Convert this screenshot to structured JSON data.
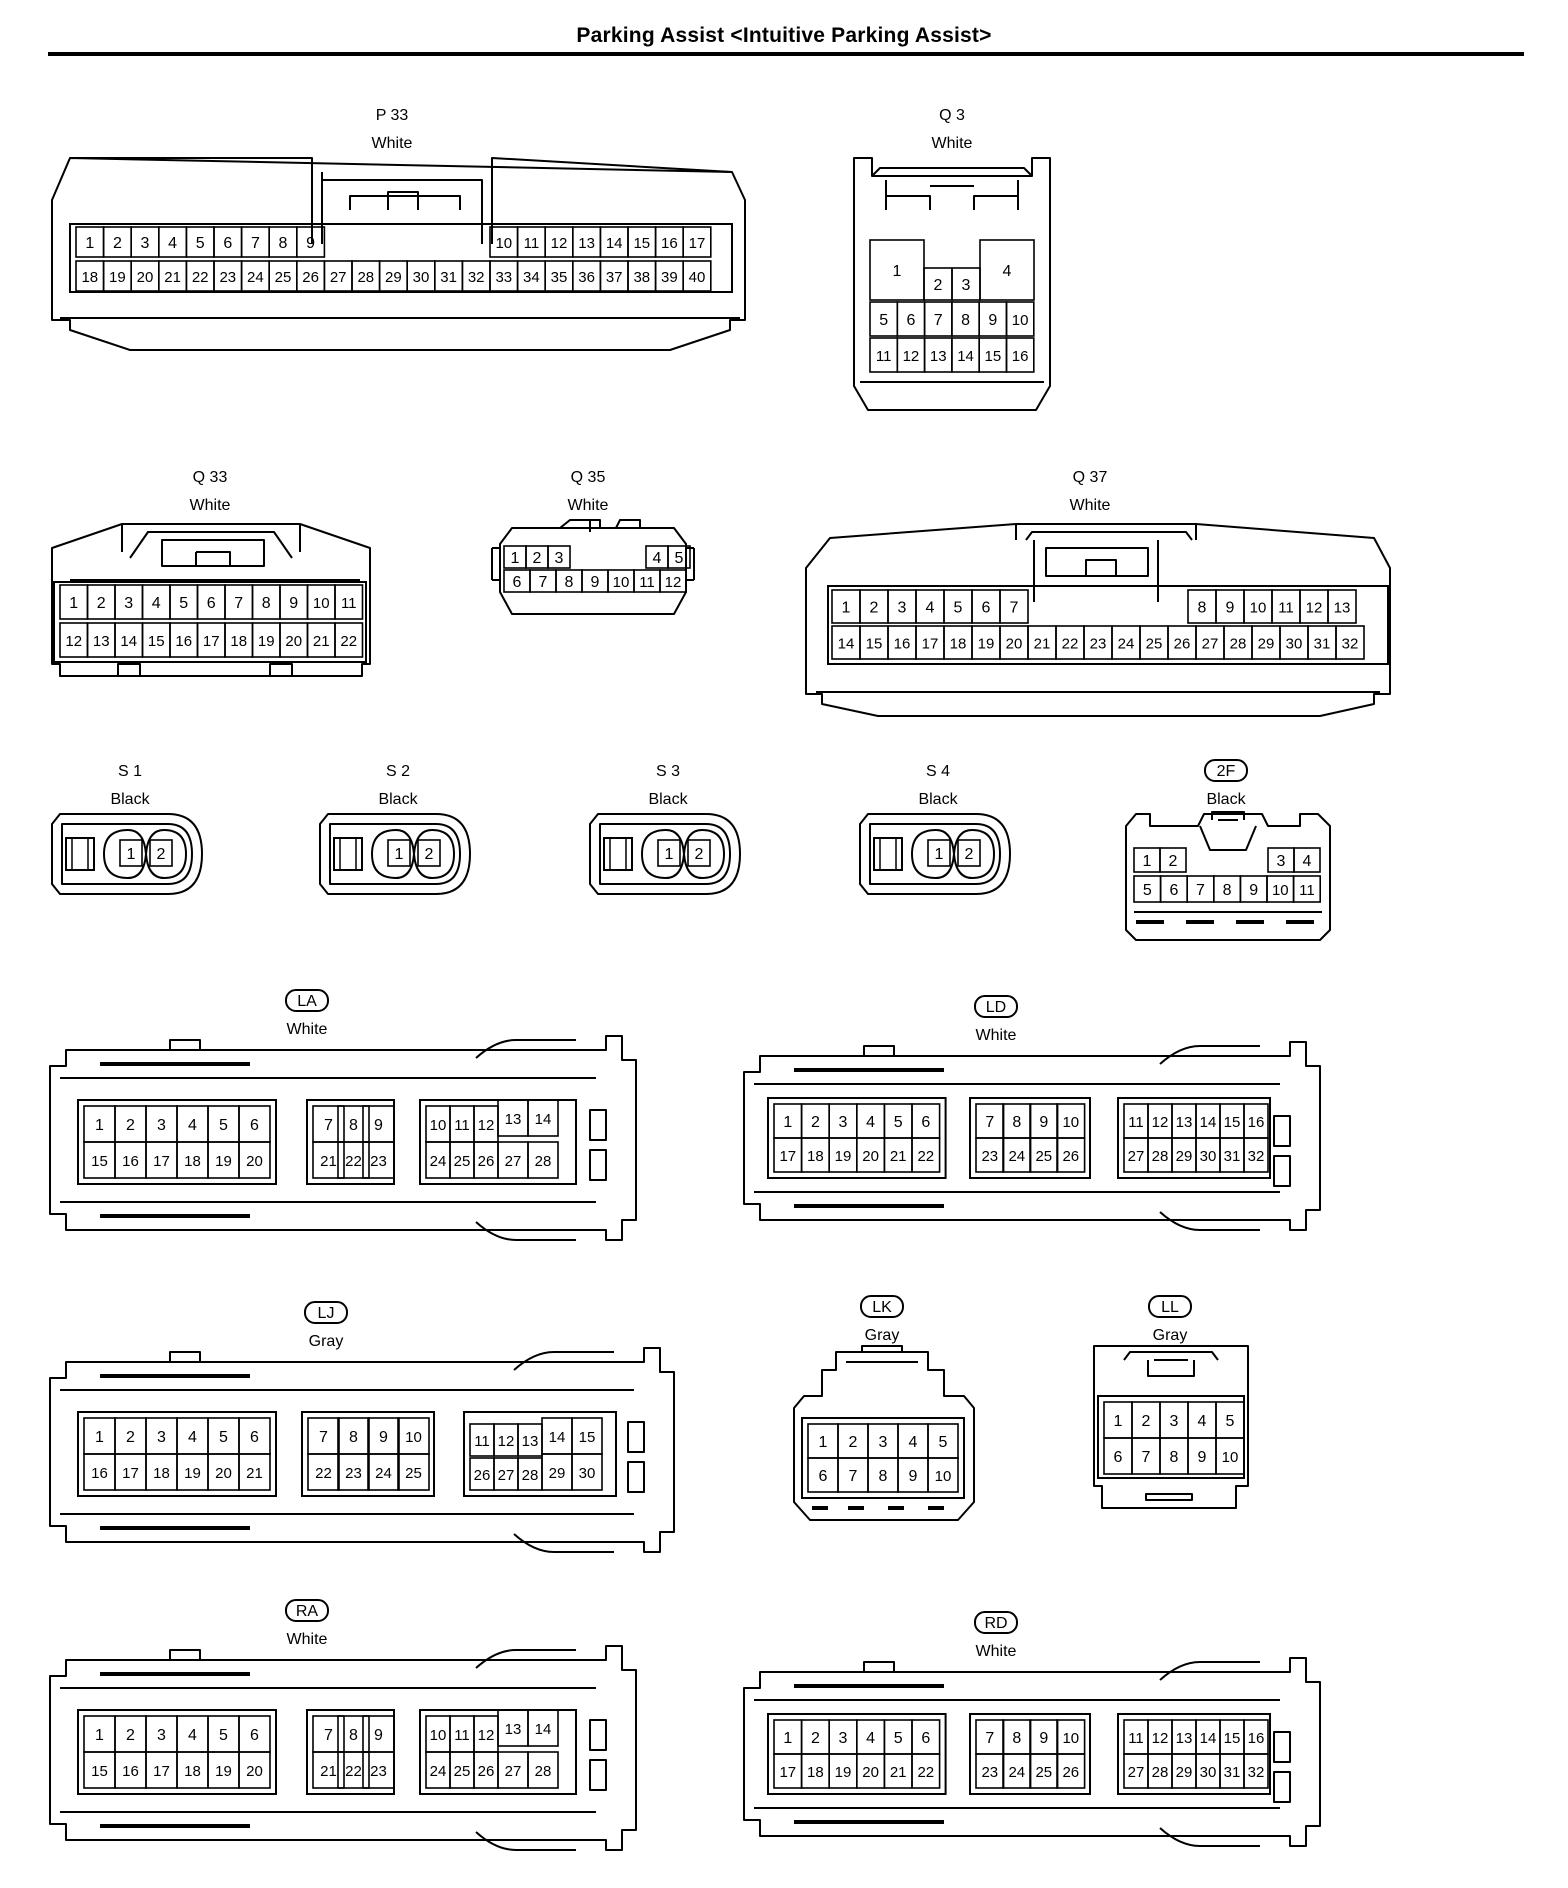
{
  "title": "Parking Assist <Intuitive Parking Assist>",
  "connectors": [
    {
      "id": "P 33",
      "color": "White",
      "boxed": false,
      "rows": [
        [
          "1",
          "2",
          "3",
          "4",
          "5",
          "6",
          "7",
          "8",
          "9",
          "10",
          "11",
          "12",
          "13",
          "14",
          "15",
          "16",
          "17"
        ],
        [
          "18",
          "19",
          "20",
          "21",
          "22",
          "23",
          "24",
          "25",
          "26",
          "27",
          "28",
          "29",
          "30",
          "31",
          "32",
          "33",
          "34",
          "35",
          "36",
          "37",
          "38",
          "39",
          "40"
        ]
      ]
    },
    {
      "id": "Q 3",
      "color": "White",
      "boxed": false,
      "rows": [
        [
          "1",
          "2",
          "3",
          "4"
        ],
        [
          "5",
          "6",
          "7",
          "8",
          "9",
          "10"
        ],
        [
          "11",
          "12",
          "13",
          "14",
          "15",
          "16"
        ]
      ]
    },
    {
      "id": "Q 33",
      "color": "White",
      "boxed": false,
      "rows": [
        [
          "1",
          "2",
          "3",
          "4",
          "5",
          "6",
          "7",
          "8",
          "9",
          "10",
          "11"
        ],
        [
          "12",
          "13",
          "14",
          "15",
          "16",
          "17",
          "18",
          "19",
          "20",
          "21",
          "22"
        ]
      ]
    },
    {
      "id": "Q 35",
      "color": "White",
      "boxed": false,
      "rows": [
        [
          "1",
          "2",
          "3",
          "4",
          "5"
        ],
        [
          "6",
          "7",
          "8",
          "9",
          "10",
          "11",
          "12"
        ]
      ]
    },
    {
      "id": "Q 37",
      "color": "White",
      "boxed": false,
      "rows": [
        [
          "1",
          "2",
          "3",
          "4",
          "5",
          "6",
          "7",
          "8",
          "9",
          "10",
          "11",
          "12",
          "13"
        ],
        [
          "14",
          "15",
          "16",
          "17",
          "18",
          "19",
          "20",
          "21",
          "22",
          "23",
          "24",
          "25",
          "26",
          "27",
          "28",
          "29",
          "30",
          "31",
          "32"
        ]
      ]
    },
    {
      "id": "S 1",
      "color": "Black",
      "boxed": false,
      "rows": [
        [
          "1",
          "2"
        ]
      ]
    },
    {
      "id": "S 2",
      "color": "Black",
      "boxed": false,
      "rows": [
        [
          "1",
          "2"
        ]
      ]
    },
    {
      "id": "S 3",
      "color": "Black",
      "boxed": false,
      "rows": [
        [
          "1",
          "2"
        ]
      ]
    },
    {
      "id": "S 4",
      "color": "Black",
      "boxed": false,
      "rows": [
        [
          "1",
          "2"
        ]
      ]
    },
    {
      "id": "2F",
      "color": "Black",
      "boxed": true,
      "rows": [
        [
          "1",
          "2",
          "3",
          "4"
        ],
        [
          "5",
          "6",
          "7",
          "8",
          "9",
          "10",
          "11"
        ]
      ]
    },
    {
      "id": "LA",
      "color": "White",
      "boxed": true,
      "rows": [
        [
          "1",
          "2",
          "3",
          "4",
          "5",
          "6",
          "7",
          "8",
          "9",
          "10",
          "11",
          "12",
          "13",
          "14"
        ],
        [
          "15",
          "16",
          "17",
          "18",
          "19",
          "20",
          "21",
          "22",
          "23",
          "24",
          "25",
          "26",
          "27",
          "28"
        ]
      ]
    },
    {
      "id": "LD",
      "color": "White",
      "boxed": true,
      "rows": [
        [
          "1",
          "2",
          "3",
          "4",
          "5",
          "6",
          "7",
          "8",
          "9",
          "10",
          "11",
          "12",
          "13",
          "14",
          "15",
          "16"
        ],
        [
          "17",
          "18",
          "19",
          "20",
          "21",
          "22",
          "23",
          "24",
          "25",
          "26",
          "27",
          "28",
          "29",
          "30",
          "31",
          "32"
        ]
      ]
    },
    {
      "id": "LJ",
      "color": "Gray",
      "boxed": true,
      "rows": [
        [
          "1",
          "2",
          "3",
          "4",
          "5",
          "6",
          "7",
          "8",
          "9",
          "10",
          "11",
          "12",
          "13",
          "14",
          "15"
        ],
        [
          "16",
          "17",
          "18",
          "19",
          "20",
          "21",
          "22",
          "23",
          "24",
          "25",
          "26",
          "27",
          "28",
          "29",
          "30"
        ]
      ]
    },
    {
      "id": "LK",
      "color": "Gray",
      "boxed": true,
      "rows": [
        [
          "1",
          "2",
          "3",
          "4",
          "5"
        ],
        [
          "6",
          "7",
          "8",
          "9",
          "10"
        ]
      ]
    },
    {
      "id": "LL",
      "color": "Gray",
      "boxed": true,
      "rows": [
        [
          "1",
          "2",
          "3",
          "4",
          "5"
        ],
        [
          "6",
          "7",
          "8",
          "9",
          "10"
        ]
      ]
    },
    {
      "id": "RA",
      "color": "White",
      "boxed": true,
      "rows": [
        [
          "1",
          "2",
          "3",
          "4",
          "5",
          "6",
          "7",
          "8",
          "9",
          "10",
          "11",
          "12",
          "13",
          "14"
        ],
        [
          "15",
          "16",
          "17",
          "18",
          "19",
          "20",
          "21",
          "22",
          "23",
          "24",
          "25",
          "26",
          "27",
          "28"
        ]
      ]
    },
    {
      "id": "RD",
      "color": "White",
      "boxed": true,
      "rows": [
        [
          "1",
          "2",
          "3",
          "4",
          "5",
          "6",
          "7",
          "8",
          "9",
          "10",
          "11",
          "12",
          "13",
          "14",
          "15",
          "16"
        ],
        [
          "17",
          "18",
          "19",
          "20",
          "21",
          "22",
          "23",
          "24",
          "25",
          "26",
          "27",
          "28",
          "29",
          "30",
          "31",
          "32"
        ]
      ]
    }
  ]
}
